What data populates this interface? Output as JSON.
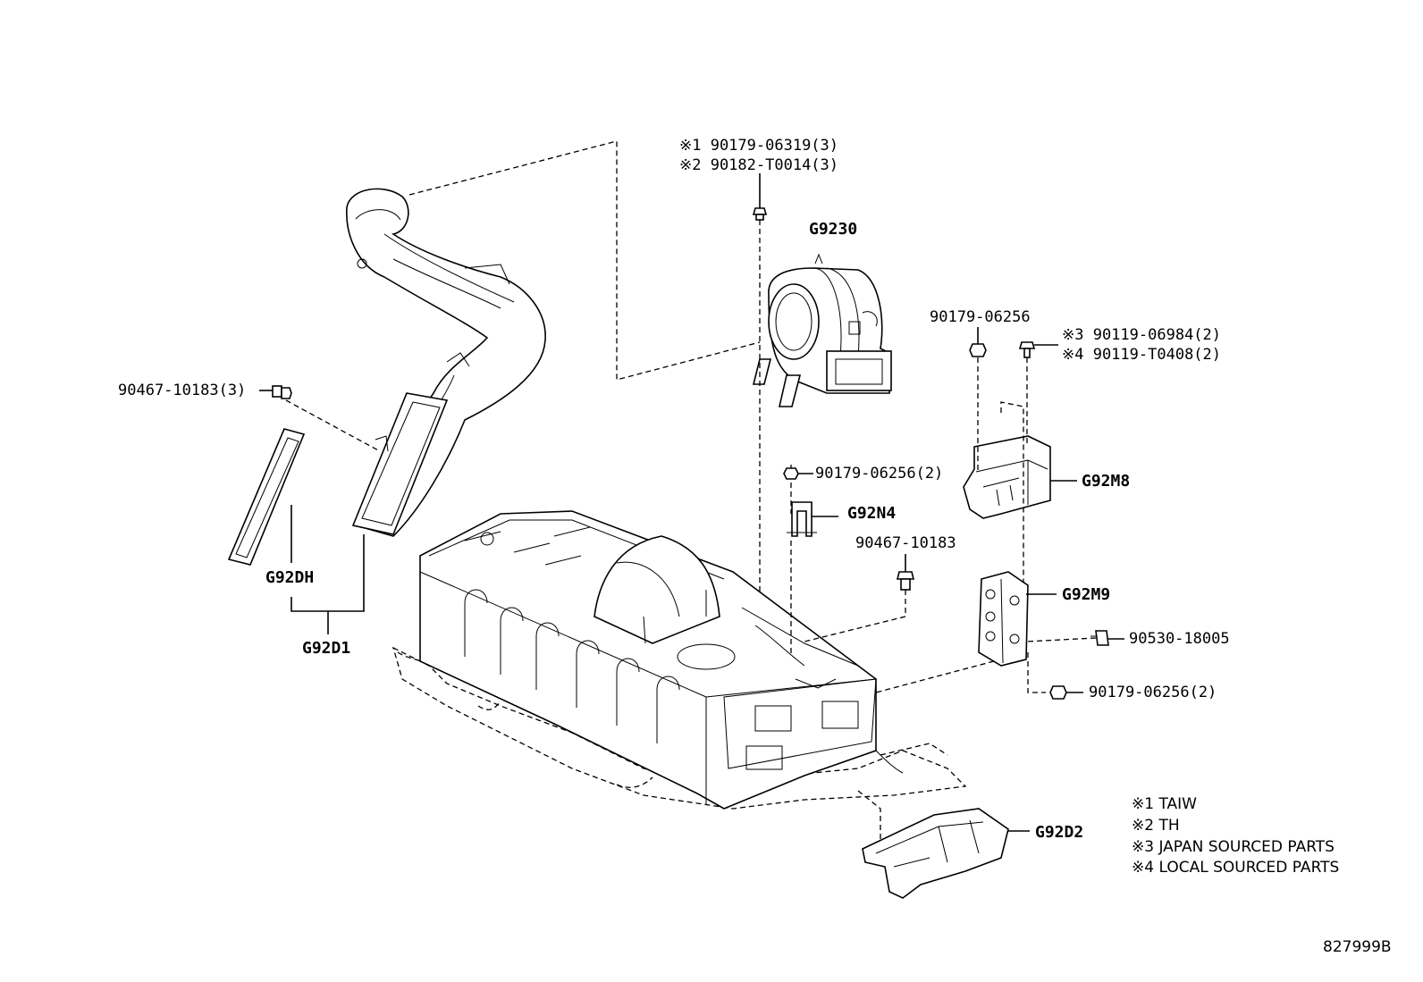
{
  "labels": {
    "bolt_g9230_1": "※1 90179-06319(3)",
    "bolt_g9230_2": "※2 90182-T0014(3)",
    "g9230": "G9230",
    "nut_90179_06256": "90179-06256",
    "bolt_3": "※3 90119-06984(2)",
    "bolt_4": "※4 90119-T0408(2)",
    "clip_90467_10183_3": "90467-10183(3)",
    "nut_90179_06256_2a": "90179-06256(2)",
    "g92m8": "G92M8",
    "g92n4": "G92N4",
    "clip_90467_10183": "90467-10183",
    "g92m9": "G92M9",
    "clip_90530_18005": "90530-18005",
    "nut_90179_06256_2b": "90179-06256(2)",
    "g92dh": "G92DH",
    "g92d1": "G92D1",
    "g92d2": "G92D2"
  },
  "notes": [
    "※1 TAIW",
    "※2 TH",
    "※3 JAPAN SOURCED PARTS",
    "※4 LOCAL SOURCED PARTS"
  ],
  "diagram_id": "827999B"
}
